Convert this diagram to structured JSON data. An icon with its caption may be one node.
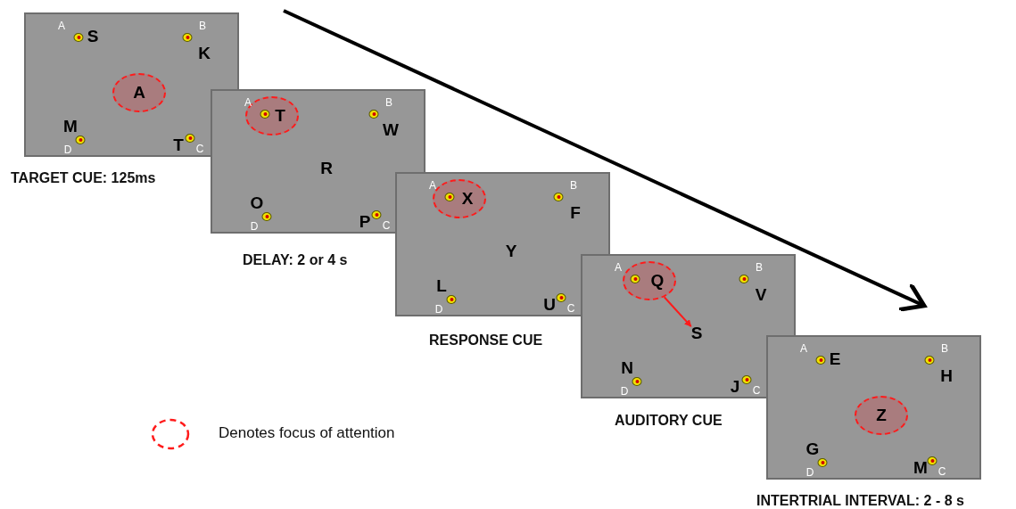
{
  "diagram": {
    "nodes": [
      {
        "text": [],
        "shape": "box",
        "beside": [
          "TARGET CUE: 125ms"
        ]
      },
      {
        "text": [
          "A"
        ],
        "in": 0
      },
      {
        "text": [],
        "shape": "box",
        "beside": [
          "DELAY: 2 or 4 s"
        ]
      },
      {
        "text": [
          "T"
        ],
        "in": 2
      },
      {
        "text": [],
        "shape": "box",
        "beside": [
          "RESPONSE CUE"
        ]
      },
      {
        "text": [
          "X"
        ],
        "in": 4
      },
      {
        "text": [],
        "shape": "box",
        "beside": [
          "AUDITORY CUE"
        ]
      },
      {
        "text": [
          "Q"
        ],
        "in": 6
      },
      {
        "text": [
          "S"
        ],
        "in": 6
      },
      {
        "text": [],
        "shape": "box",
        "beside": [
          "INTERTRIAL INTERVAL: 2 - 8 s"
        ]
      },
      {
        "text": [
          "Z"
        ],
        "in": 9
      }
    ],
    "edges": [
      {
        "from": 7,
        "to": 8,
        "arrow": "to"
      }
    ],
    "labels": [
      "A",
      "S",
      "B",
      "K",
      "M",
      "T",
      "D",
      "C",
      "A",
      "B",
      "W",
      "R",
      "O",
      "P",
      "D",
      "C",
      "A",
      "B",
      "F",
      "Y",
      "L",
      "U",
      "D",
      "C",
      "A",
      "B",
      "V",
      "N",
      "J",
      "D",
      "C",
      "A",
      "E",
      "B",
      "H",
      "G",
      "M",
      "D",
      "C"
    ],
    "legend": [
      {
        "text": "Denotes focus of attention"
      }
    ]
  }
}
